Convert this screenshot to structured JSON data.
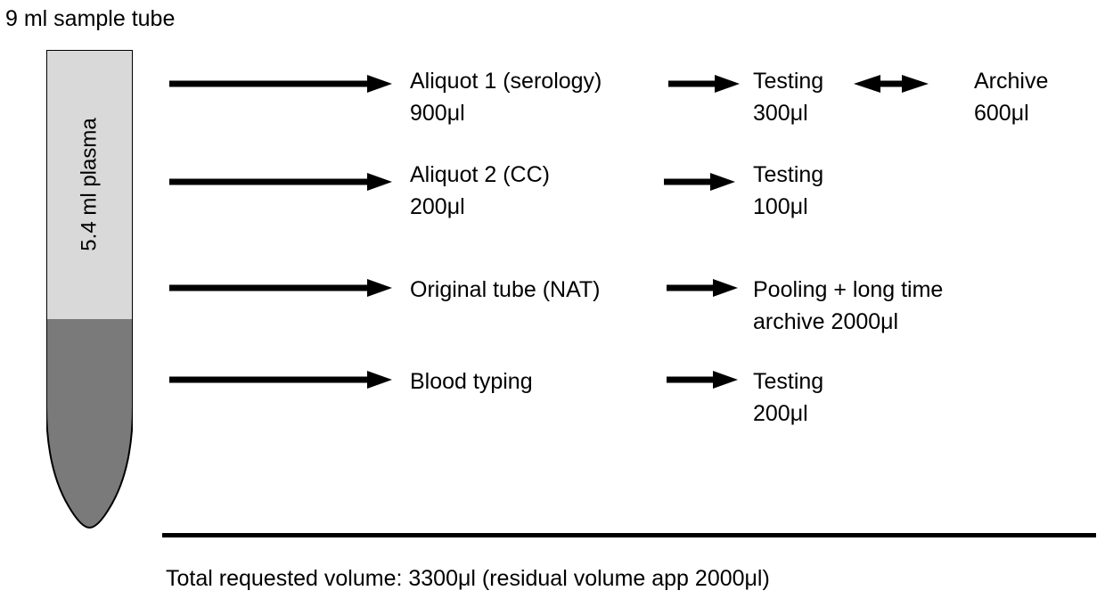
{
  "title": "9 ml sample tube",
  "tube": {
    "plasma_label": "5.4 ml plasma",
    "plasma_color": "#d9d9d9",
    "cells_color": "#7a7a7a",
    "outline_color": "#000000"
  },
  "flow_rows": [
    {
      "source_label": "Aliquot 1 (serology)\n900μl",
      "step_label": "Testing\n300μl",
      "end_label": "Archive\n600μl",
      "arrow_from_tube": "long-arrow-right",
      "arrow_to_step": "arrow-right",
      "arrow_to_end": "double-arrow"
    },
    {
      "source_label": "Aliquot 2 (CC)\n200μl",
      "step_label": "Testing\n100μl",
      "end_label": "",
      "arrow_from_tube": "long-arrow-right",
      "arrow_to_step": "arrow-right",
      "arrow_to_end": ""
    },
    {
      "source_label": "Original tube (NAT)",
      "step_label": "Pooling + long time\narchive 2000μl",
      "end_label": "",
      "arrow_from_tube": "long-arrow-right",
      "arrow_to_step": "arrow-right",
      "arrow_to_end": ""
    },
    {
      "source_label": "Blood typing",
      "step_label": "Testing\n200μl",
      "end_label": "",
      "arrow_from_tube": "long-arrow-right",
      "arrow_to_step": "arrow-right",
      "arrow_to_end": ""
    }
  ],
  "footer": "Total requested volume: 3300μl (residual volume app 2000μl)"
}
